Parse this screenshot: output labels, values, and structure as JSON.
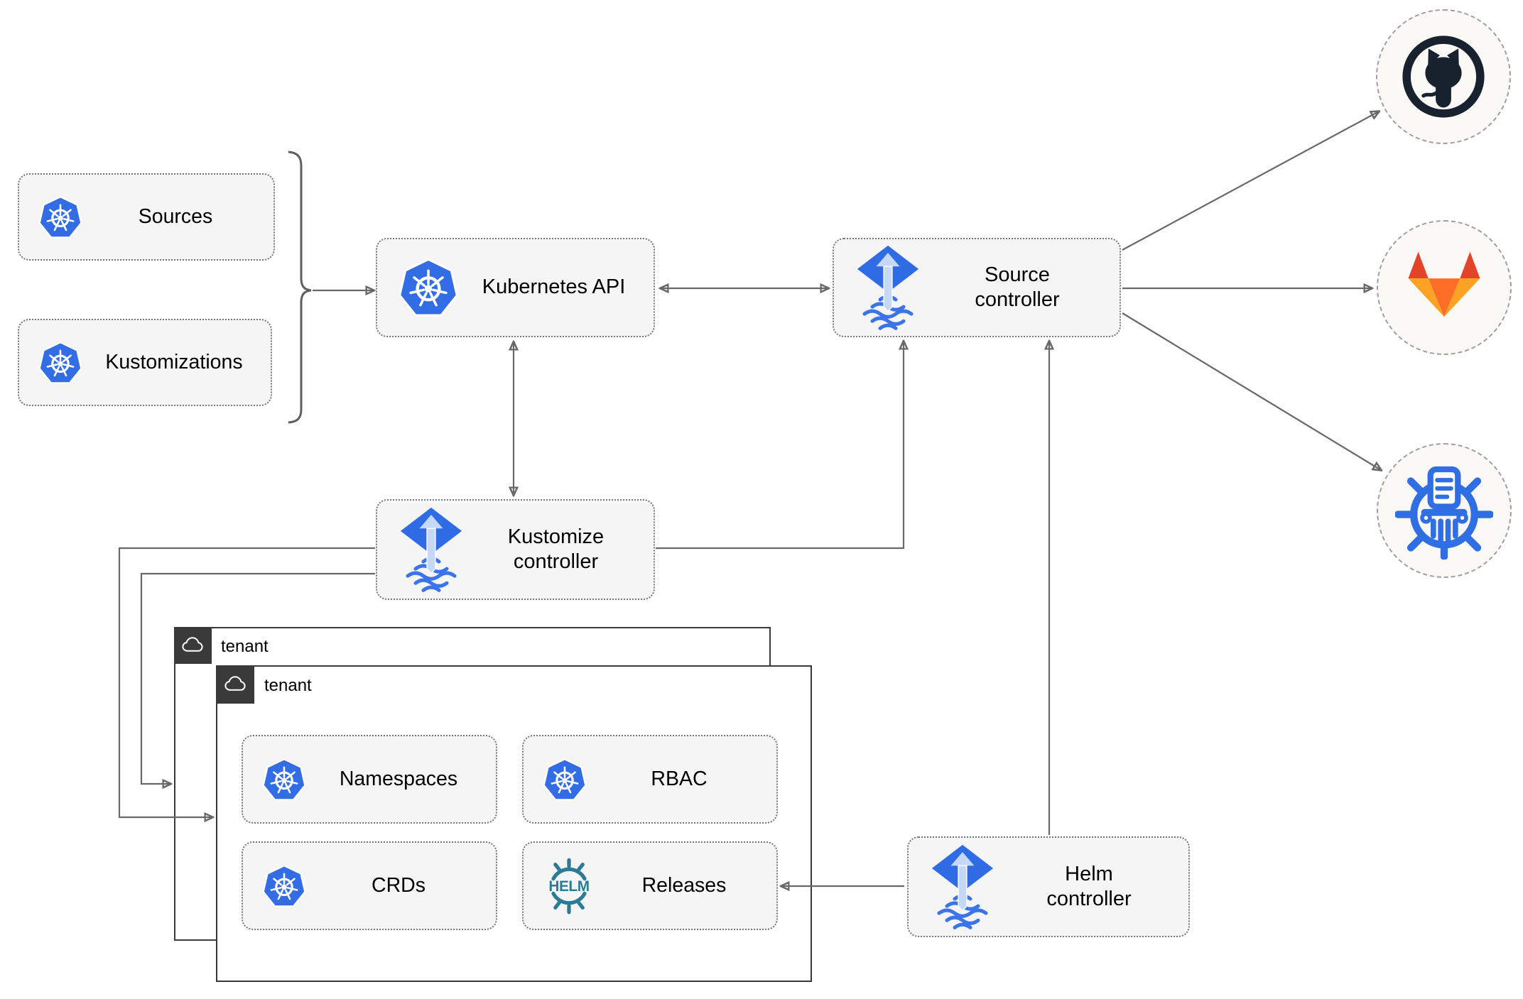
{
  "nodes": {
    "sources": {
      "label": "Sources",
      "icon": "kubernetes-icon"
    },
    "kustomizations": {
      "label": "Kustomizations",
      "icon": "kubernetes-icon"
    },
    "kubernetes_api": {
      "label": "Kubernetes API",
      "icon": "kubernetes-icon"
    },
    "source_controller": {
      "label": "Source controller",
      "icon": "flux-icon"
    },
    "kustomize_controller": {
      "label": "Kustomize controller",
      "icon": "flux-icon"
    },
    "helm_controller": {
      "label": "Helm controller",
      "icon": "flux-icon"
    },
    "tenant_back": {
      "label": "tenant",
      "icon": "cloud-icon"
    },
    "tenant_front": {
      "label": "tenant",
      "icon": "cloud-icon"
    },
    "namespaces": {
      "label": "Namespaces",
      "icon": "kubernetes-icon"
    },
    "rbac": {
      "label": "RBAC",
      "icon": "kubernetes-icon"
    },
    "crds": {
      "label": "CRDs",
      "icon": "kubernetes-icon"
    },
    "releases": {
      "label": "Releases",
      "icon": "helm-icon",
      "icon_text": "HELM"
    }
  },
  "external_systems": {
    "github": {
      "icon": "github-icon"
    },
    "gitlab": {
      "icon": "gitlab-icon"
    },
    "chartmuseum": {
      "icon": "chartmuseum-icon"
    }
  },
  "edges": [
    {
      "from": "sources / kustomizations",
      "to": "kubernetes_api",
      "style": "arrow"
    },
    {
      "from": "kubernetes_api",
      "to": "source_controller",
      "style": "bidirectional-arrow"
    },
    {
      "from": "kubernetes_api",
      "to": "kustomize_controller",
      "style": "bidirectional-arrow"
    },
    {
      "from": "kustomize_controller",
      "to": "source_controller",
      "style": "arrow"
    },
    {
      "from": "helm_controller",
      "to": "source_controller",
      "style": "arrow"
    },
    {
      "from": "helm_controller",
      "to": "releases",
      "style": "arrow"
    },
    {
      "from": "kustomize_controller",
      "to": "tenant_front",
      "style": "arrow"
    },
    {
      "from": "kustomize_controller",
      "to": "tenant_back",
      "style": "arrow"
    },
    {
      "from": "source_controller",
      "to": "github",
      "style": "arrow"
    },
    {
      "from": "source_controller",
      "to": "gitlab",
      "style": "arrow"
    },
    {
      "from": "source_controller",
      "to": "chartmuseum",
      "style": "arrow"
    }
  ],
  "colors": {
    "kubernetes_blue": "#326de6",
    "flux_blue": "#2e6be4",
    "flux_arrow_light": "#c6d8f7",
    "helm_teal": "#2b7b96",
    "chartmuseum_blue": "#2f6ee3",
    "github_dark": "#18222f",
    "gitlab_red_orange": "#e24329",
    "gitlab_orange": "#fc6d26",
    "gitlab_light_orange": "#fca326",
    "node_fill": "#f5f5f5",
    "connector_gray": "#686868",
    "tenant_border": "#3a3a3a"
  }
}
